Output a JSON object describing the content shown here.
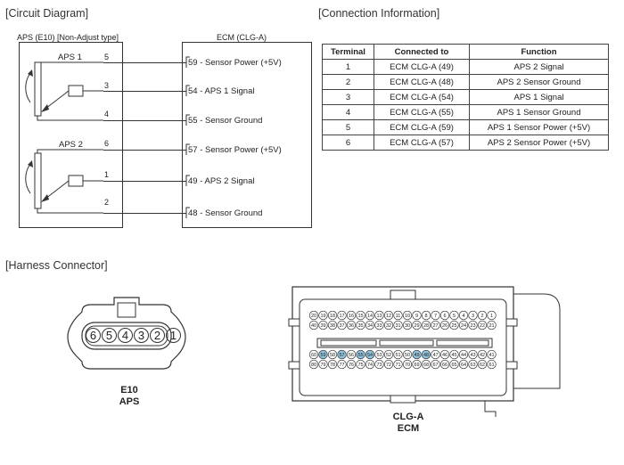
{
  "headings": {
    "circuit": "[Circuit Diagram]",
    "connection": "[Connection Information]",
    "harness": "[Harness Connector]"
  },
  "circuit": {
    "left_title": "APS (E10) [Non-Adjust type]",
    "right_title": "ECM (CLG-A)",
    "sensor1_label": "APS 1",
    "sensor2_label": "APS 2",
    "pins": [
      "5",
      "3",
      "4",
      "6",
      "1",
      "2"
    ],
    "ecm_pins": [
      "59 - Sensor Power (+5V)",
      "54 - APS 1 Signal",
      "55 - Sensor Ground",
      "57 - Sensor Power (+5V)",
      "49 - APS 2 Signal",
      "48 - Sensor Ground"
    ]
  },
  "table": {
    "headers": [
      "Terminal",
      "Connected to",
      "Function"
    ],
    "rows": [
      [
        "1",
        "ECM CLG-A (49)",
        "APS 2 Signal"
      ],
      [
        "2",
        "ECM CLG-A (48)",
        "APS 2 Sensor Ground"
      ],
      [
        "3",
        "ECM CLG-A (54)",
        "APS 1 Signal"
      ],
      [
        "4",
        "ECM CLG-A (55)",
        "APS 1 Sensor Ground"
      ],
      [
        "5",
        "ECM CLG-A (59)",
        "APS 1 Sensor Power  (+5V)"
      ],
      [
        "6",
        "ECM CLG-A (57)",
        "APS 2 Sensor Power  (+5V)"
      ]
    ]
  },
  "connector_e10": {
    "pins": [
      "6",
      "5",
      "4",
      "3",
      "2",
      "1"
    ],
    "caption_line1": "E10",
    "caption_line2": "APS"
  },
  "connector_ecm": {
    "row1": [
      "20",
      "19",
      "18",
      "17",
      "16",
      "15",
      "14",
      "13",
      "12",
      "11",
      "10",
      "9",
      "8",
      "7",
      "6",
      "5",
      "4",
      "3",
      "2",
      "1"
    ],
    "row2": [
      "40",
      "39",
      "38",
      "37",
      "36",
      "35",
      "34",
      "33",
      "32",
      "31",
      "30",
      "29",
      "28",
      "27",
      "26",
      "25",
      "24",
      "23",
      "22",
      "21"
    ],
    "row3": [
      "60",
      "59",
      "58",
      "57",
      "56",
      "55",
      "54",
      "53",
      "52",
      "51",
      "50",
      "49",
      "48",
      "47",
      "46",
      "45",
      "44",
      "43",
      "42",
      "41"
    ],
    "row4": [
      "80",
      "79",
      "78",
      "77",
      "76",
      "75",
      "74",
      "73",
      "72",
      "71",
      "70",
      "69",
      "68",
      "67",
      "66",
      "65",
      "64",
      "63",
      "62",
      "61"
    ],
    "highlighted": [
      "59",
      "57",
      "55",
      "54",
      "49",
      "48"
    ],
    "highlight_color": "#8fc3dc",
    "caption_line1": "CLG-A",
    "caption_line2": "ECM"
  }
}
